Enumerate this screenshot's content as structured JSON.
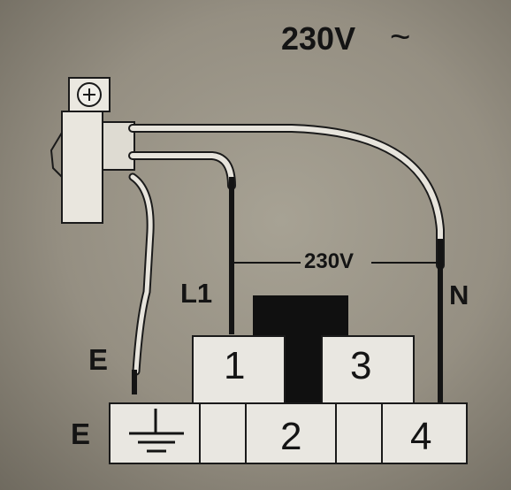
{
  "diagram": {
    "supply_label": "230V",
    "ac_symbol": "~",
    "between_label": "230V",
    "live_label": "L1",
    "neutral_label": "N",
    "earth_wire_label": "E",
    "earth_terminal_label": "E",
    "terminals": [
      "1",
      "2",
      "3",
      "4"
    ],
    "colors": {
      "background": "#9c9789",
      "ink": "#141414",
      "wire_insulation": "#e7e4dc",
      "block_fill": "#e9e7e1"
    }
  }
}
